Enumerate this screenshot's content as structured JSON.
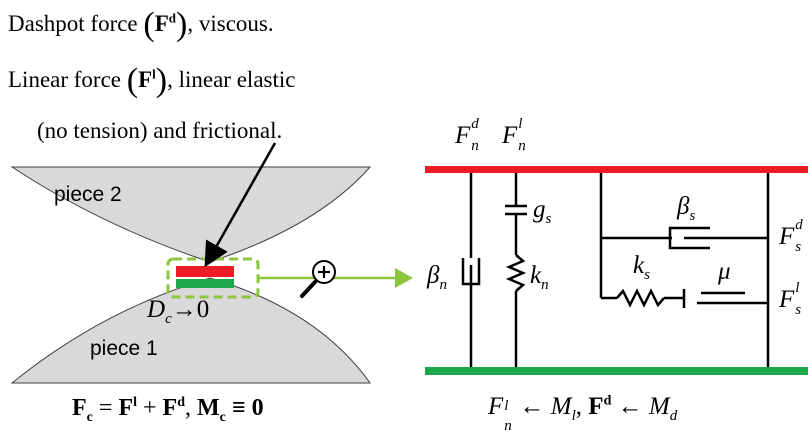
{
  "description_lines": {
    "line1_prefix": "Dashpot force",
    "line1_symbol": "F",
    "line1_sup": "d",
    "line1_suffix": ", viscous.",
    "line2_prefix": "Linear force",
    "line2_symbol": "F",
    "line2_sup": "l",
    "line2_suffix": ", linear elastic",
    "line3": "(no tension) and frictional."
  },
  "contact_sketch": {
    "piece_top": "piece 2",
    "piece_bottom": "piece 1",
    "gap_symbol": "D",
    "gap_sub": "c",
    "gap_relation": "→0",
    "zoom_icon": "magnifier-plus-icon"
  },
  "bottom_left_equation": {
    "F": "F",
    "F_sub": "c",
    "eq1": " = ",
    "Fl": "F",
    "Fl_sup": "l",
    "plus": " + ",
    "Fd": "F",
    "Fd_sup": "d",
    "comma": ",  ",
    "M": "M",
    "M_sub": "c",
    "eq2": " ≡ 0"
  },
  "rheology_labels": {
    "Fnd": "F",
    "Fnd_sub": "n",
    "Fnd_sup": "d",
    "Fnl": "F",
    "Fnl_sub": "n",
    "Fnl_sup": "l",
    "gs": "g",
    "gs_sub": "s",
    "beta_n": "β",
    "beta_n_sub": "n",
    "kn": "k",
    "kn_sub": "n",
    "beta_s": "β",
    "beta_s_sub": "s",
    "ks": "k",
    "ks_sub": "s",
    "mu": "μ",
    "Fsd": "F",
    "Fsd_sub": "s",
    "Fsd_sup": "d",
    "Fsl": "F",
    "Fsl_sub": "s",
    "Fsl_sup": "l"
  },
  "bottom_right_equation": {
    "F": "F",
    "F_sub": "n",
    "F_sup": "l",
    "arrow1": " ← ",
    "M": "M",
    "M_sub": "l",
    "comma": ",  ",
    "Fd": "F",
    "Fd_sup": "d",
    "arrow2": " ← ",
    "Md": "M",
    "Md_sub": "d"
  },
  "colors": {
    "top_bar": "#ee1c25",
    "bottom_bar": "#1aa84b",
    "piece_fill": "#d9d9d9",
    "dashed_box": "#8cc63f",
    "arrow_green": "#8cc63f"
  }
}
